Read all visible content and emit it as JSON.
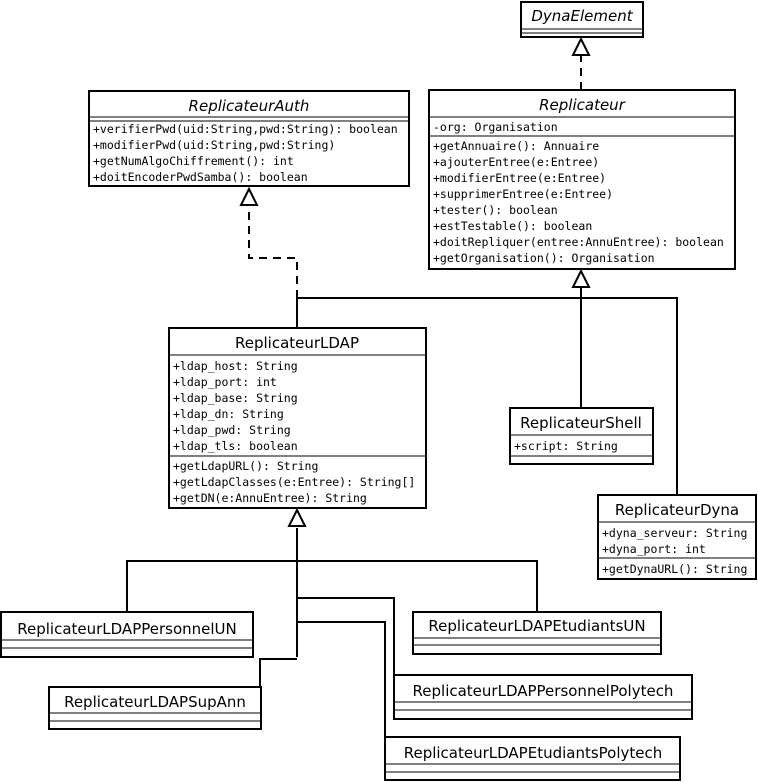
{
  "classes": {
    "dyna_element": {
      "name": "DynaElement",
      "attributes": [],
      "methods": []
    },
    "replicateur_auth": {
      "name": "ReplicateurAuth",
      "attributes": [],
      "methods": [
        "+verifierPwd(uid:String,pwd:String): boolean",
        "+modifierPwd(uid:String,pwd:String)",
        "+getNumAlgoChiffrement(): int",
        "+doitEncoderPwdSamba(): boolean"
      ]
    },
    "replicateur": {
      "name": "Replicateur",
      "attributes": [
        "-org: Organisation"
      ],
      "methods": [
        "+getAnnuaire(): Annuaire",
        "+ajouterEntree(e:Entree)",
        "+modifierEntree(e:Entree)",
        "+supprimerEntree(e:Entree)",
        "+tester(): boolean",
        "+estTestable(): boolean",
        "+doitRepliquer(entree:AnnuEntree): boolean",
        "+getOrganisation(): Organisation"
      ]
    },
    "replicateur_ldap": {
      "name": "ReplicateurLDAP",
      "attributes": [
        "+ldap_host: String",
        "+ldap_port: int",
        "+ldap_base: String",
        "+ldap_dn: String",
        "+ldap_pwd: String",
        "+ldap_tls: boolean"
      ],
      "methods": [
        "+getLdapURL(): String",
        "+getLdapClasses(e:Entree): String[]",
        "+getDN(e:AnnuEntree): String"
      ]
    },
    "replicateur_shell": {
      "name": "ReplicateurShell",
      "attributes": [
        "+script: String"
      ],
      "methods": []
    },
    "replicateur_dyna": {
      "name": "ReplicateurDyna",
      "attributes": [
        "+dyna_serveur: String",
        "+dyna_port: int"
      ],
      "methods": [
        "+getDynaURL(): String"
      ]
    },
    "ldap_personnel_un": {
      "name": "ReplicateurLDAPPersonnelUN",
      "attributes": [],
      "methods": []
    },
    "ldap_etudiants_un": {
      "name": "ReplicateurLDAPEtudiantsUN",
      "attributes": [],
      "methods": []
    },
    "ldap_sup_ann": {
      "name": "ReplicateurLDAPSupAnn",
      "attributes": [],
      "methods": []
    },
    "ldap_personnel_polytech": {
      "name": "ReplicateurLDAPPersonnelPolytech",
      "attributes": [],
      "methods": []
    },
    "ldap_etudiants_polytech": {
      "name": "ReplicateurLDAPEtudiantsPolytech",
      "attributes": [],
      "methods": []
    }
  }
}
